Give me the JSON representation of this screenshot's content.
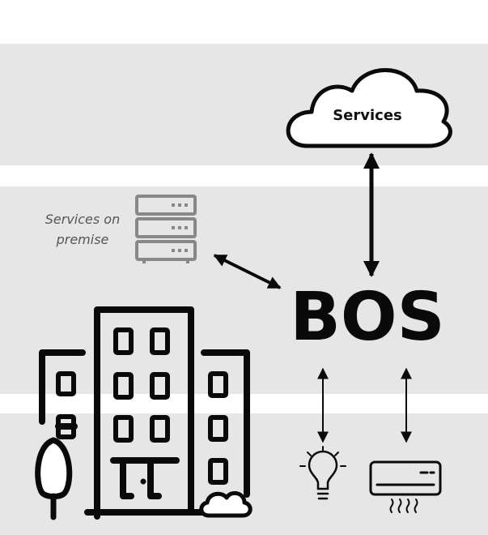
{
  "labels": {
    "cloud": "Services",
    "on_premise_line1": "Services on",
    "on_premise_line2": "premise",
    "bos": "BOS"
  },
  "icons": [
    "cloud-icon",
    "server-rack-icon",
    "building-icon",
    "tree-icon",
    "bush-icon",
    "light-bulb-icon",
    "air-conditioner-icon"
  ],
  "connections": [
    {
      "from": "Services",
      "to": "BOS",
      "direction": "bidirectional"
    },
    {
      "from": "Services on premise",
      "to": "BOS",
      "direction": "bidirectional"
    },
    {
      "from": "BOS",
      "to": "light-bulb-icon",
      "direction": "bidirectional"
    },
    {
      "from": "BOS",
      "to": "air-conditioner-icon",
      "direction": "bidirectional"
    }
  ],
  "colors": {
    "band": "#e6e6e6",
    "background": "#ffffff",
    "stroke": "#0a0a0a",
    "server": "#888888",
    "on_premise_text": "#555555"
  }
}
